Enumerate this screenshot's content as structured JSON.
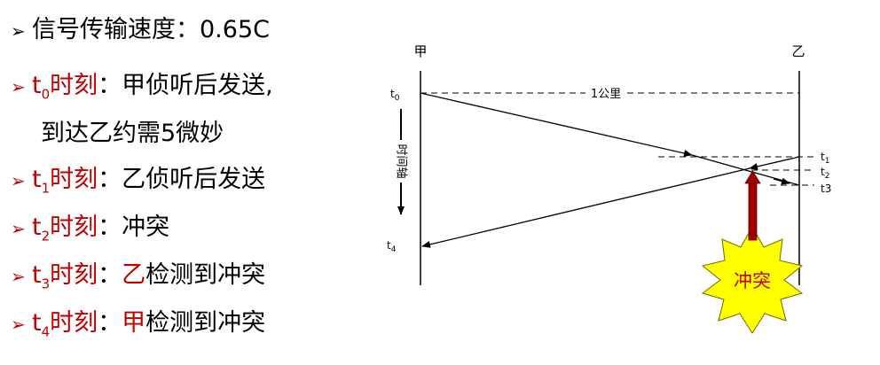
{
  "bullets": [
    {
      "marker_color": "black",
      "prefix": "",
      "sub": "",
      "suffix": "",
      "label": "信号传输速度：0.65C",
      "highlight": "",
      "rest": ""
    },
    {
      "marker_color": "red",
      "prefix": "t",
      "sub": "0",
      "suffix": "时刻",
      "label": "：甲侦听后发送,",
      "highlight": "",
      "rest": "",
      "cont": "到达乙约需5微妙"
    },
    {
      "marker_color": "red",
      "prefix": "t",
      "sub": "1",
      "suffix": "时刻",
      "label": "：乙侦听后发送",
      "highlight": "",
      "rest": ""
    },
    {
      "marker_color": "red",
      "prefix": "t",
      "sub": "2",
      "suffix": "时刻",
      "label": "：冲突",
      "highlight": "",
      "rest": ""
    },
    {
      "marker_color": "red",
      "prefix": "t",
      "sub": "3",
      "suffix": "时刻",
      "label": "：",
      "highlight": "乙",
      "rest": "检测到冲突"
    },
    {
      "marker_color": "red",
      "prefix": "t",
      "sub": "4",
      "suffix": "时刻",
      "label": "：",
      "highlight": "甲",
      "rest": "检测到冲突"
    }
  ],
  "diagram": {
    "station_a": "甲",
    "station_b": "乙",
    "distance": "1公里",
    "time_axis": "时间轴",
    "t0": "t",
    "t0_sub": "0",
    "t1": "t",
    "t1_sub": "1",
    "t2": "t",
    "t2_sub": "2",
    "t3": "t3",
    "t4": "t",
    "t4_sub": "4",
    "collision": "冲突",
    "colors": {
      "star": "#ffff00",
      "collision_arrow": "#a00000",
      "collision_text": "#c00000"
    }
  }
}
